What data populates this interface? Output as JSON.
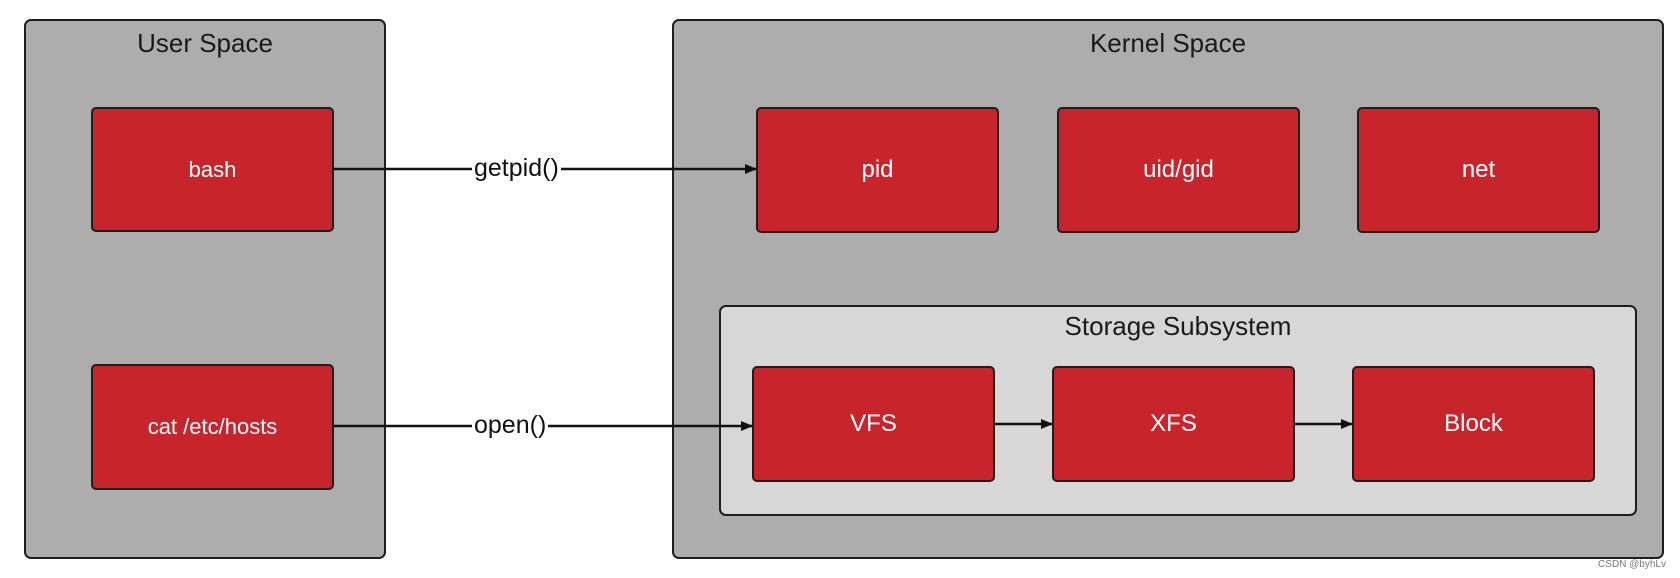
{
  "user_space": {
    "title": "User Space",
    "processes": [
      "bash",
      "cat /etc/hosts"
    ]
  },
  "kernel_space": {
    "title": "Kernel Space",
    "components": [
      "pid",
      "uid/gid",
      "net"
    ],
    "storage_subsystem": {
      "title": "Storage Subsystem",
      "layers": [
        "VFS",
        "XFS",
        "Block"
      ]
    }
  },
  "calls": [
    "getpid()",
    "open()"
  ],
  "watermark": "CSDN @byhLv",
  "colors": {
    "panel": "#adadad",
    "subpanel": "#d7d7d7",
    "box": "#c8242b",
    "border": "#1e1e1e"
  }
}
